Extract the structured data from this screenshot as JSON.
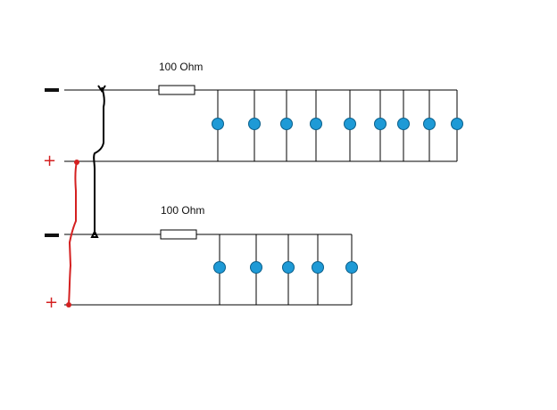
{
  "circuits": [
    {
      "resistor_label": "100 Ohm",
      "led_count": 9,
      "negative_sign": "−",
      "positive_sign": "+"
    },
    {
      "resistor_label": "100 Ohm",
      "led_count": 5,
      "negative_sign": "−",
      "positive_sign": "+"
    }
  ],
  "colors": {
    "wire": "#000000",
    "led_fill": "#1e9ad6",
    "led_stroke": "#0b5f8a",
    "positive_wire": "#d42020",
    "negative_sign": "#111111",
    "positive_sign": "#d42020",
    "resistor_fill": "#ffffff"
  }
}
